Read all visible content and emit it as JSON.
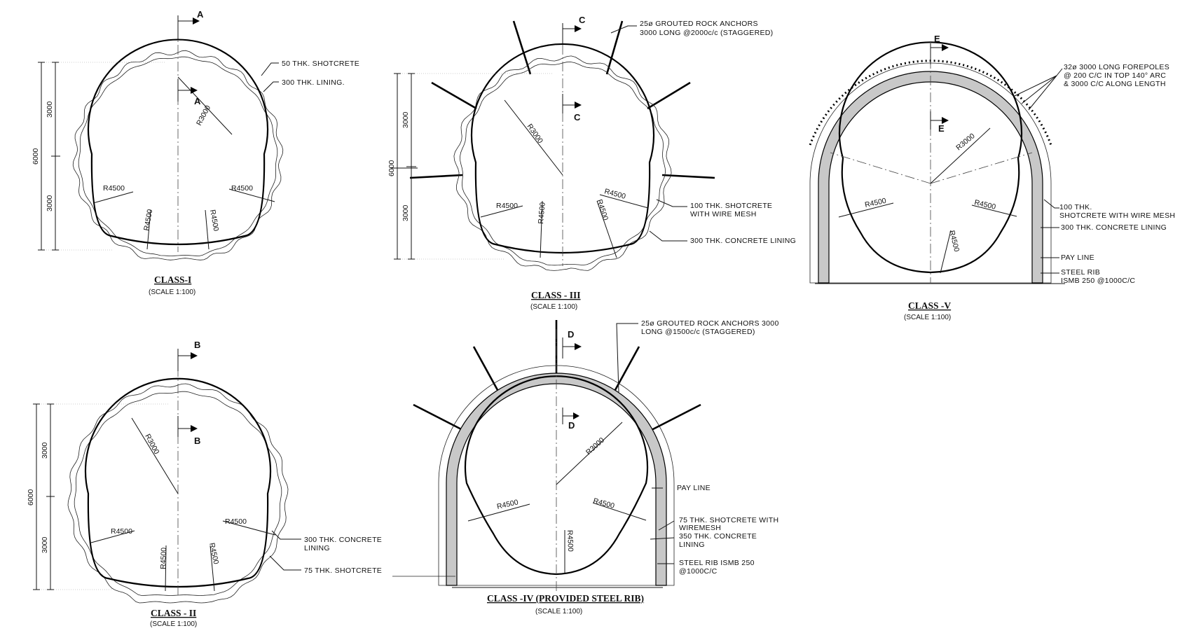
{
  "sections": [
    {
      "id": "class1",
      "title": "CLASS-I",
      "scale": "(SCALE 1:100)",
      "section_markers": [
        "A",
        "A"
      ],
      "dimensions": {
        "upper": "3000",
        "lower": "3000",
        "total": "6000"
      },
      "radii": {
        "crown": "R3000",
        "side_left": "R4500",
        "side_right": "R4500",
        "invert_left": "R4500",
        "invert_right": "R4500"
      },
      "notes": [
        "50 THK. SHOTCRETE",
        "300 THK. LINING."
      ]
    },
    {
      "id": "class2",
      "title": "CLASS - II",
      "scale": "(SCALE 1:100)",
      "section_markers": [
        "B",
        "B"
      ],
      "dimensions": {
        "upper": "3000",
        "lower": "3000",
        "total": "6000"
      },
      "radii": {
        "crown": "R3000",
        "side_left": "R4500",
        "side_right": "R4500",
        "invert_left": "R4500",
        "invert_right": "R4500"
      },
      "notes": [
        "300 THK. CONCRETE",
        "LINING",
        "75 THK. SHOTCRETE"
      ]
    },
    {
      "id": "class3",
      "title": "CLASS - III",
      "scale": "(SCALE 1:100)",
      "section_markers": [
        "C",
        "C"
      ],
      "dimensions": {
        "upper": "3000",
        "lower": "3000",
        "total": "6000"
      },
      "radii": {
        "crown": "R3000",
        "side_left": "R4500",
        "side_right": "R4500",
        "invert_left": "R4500",
        "invert_right": "R4500"
      },
      "notes": [
        "25ø GROUTED ROCK ANCHORS",
        "3000 LONG @2000c/c (STAGGERED)",
        "100 THK. SHOTCRETE",
        "WITH WIRE MESH",
        "300 THK. CONCRETE LINING"
      ]
    },
    {
      "id": "class4",
      "title": "CLASS -IV (PROVIDED STEEL RIB)",
      "scale": "(SCALE 1:100)",
      "section_markers": [
        "D",
        "D"
      ],
      "radii": {
        "crown": "R3000",
        "side_left": "R4500",
        "side_right": "R4500",
        "invert": "R4500"
      },
      "notes": [
        "25ø GROUTED ROCK ANCHORS 3000",
        "LONG @1500c/c (STAGGERED)",
        "PAY LINE",
        "75 THK. SHOTCRETE WITH",
        "WIREMESH",
        "350 THK. CONCRETE",
        "LINING",
        "STEEL RIB ISMB 250",
        "@1000C/C"
      ]
    },
    {
      "id": "class5",
      "title": "CLASS -V",
      "scale": "(SCALE 1:100)",
      "section_markers": [
        "E",
        "E"
      ],
      "radii": {
        "crown": "R3000",
        "side_left": "R4500",
        "side_right": "R4500",
        "invert": "R4500"
      },
      "notes": [
        "32ø 3000 LONG FOREPOLES",
        "@ 200 C/C IN TOP 140° ARC",
        "& 3000 C/C ALONG LENGTH",
        "100 THK.",
        "SHOTCRETE WITH WIRE MESH",
        "300 THK. CONCRETE LINING",
        "PAY LINE",
        "STEEL RIB",
        "ISMB 250 @1000C/C"
      ]
    }
  ],
  "colors": {
    "ink": "#000000",
    "steel_rib_fill": "#c8c8c8",
    "background": "#ffffff"
  }
}
